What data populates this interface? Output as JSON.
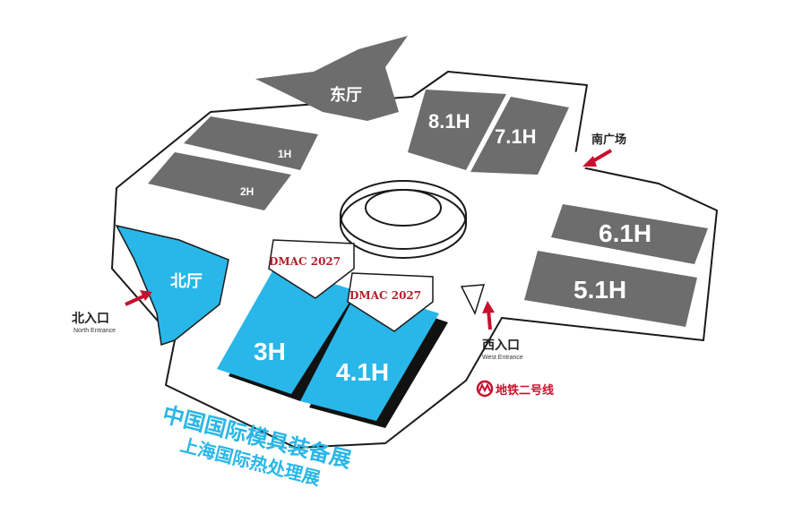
{
  "colors": {
    "outline": "#1a1a1a",
    "hall_gray": "#6d6d6d",
    "highlight_blue": "#29b6e8",
    "arrow_red": "#c8102e",
    "title_blue": "#29b6e8",
    "dmac_red": "#b3212c"
  },
  "halls": {
    "east": "东厅",
    "h81": "8.1H",
    "h71": "7.1H",
    "h1": "1H",
    "h2": "2H",
    "h61": "6.1H",
    "h51": "5.1H",
    "north": "北厅",
    "h3": "3H",
    "h41": "4.1H"
  },
  "highlighted_halls": [
    "3H",
    "4.1H",
    "北厅"
  ],
  "dmac_badges": [
    "DMAC 2027",
    "DMAC 2027"
  ],
  "entrances": {
    "south_square": "南广场",
    "north_cn": "北入口",
    "north_en": "North Entrance",
    "west_cn": "西入口",
    "west_en": "West Entrance"
  },
  "metro": {
    "icon": "metro-icon",
    "label": "地铁二号线"
  },
  "titles": {
    "line1": "中国国际模具装备展",
    "line2": "上海国际热处理展"
  }
}
